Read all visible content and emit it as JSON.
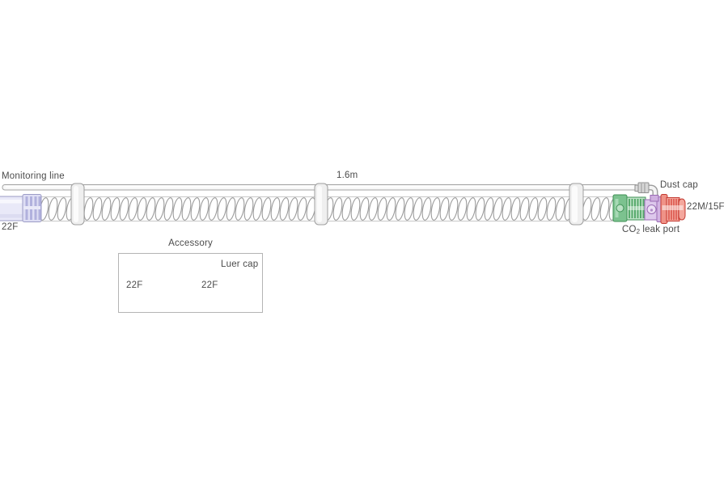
{
  "labels": {
    "monitoring_line": "Monitoring line",
    "tube_length": "1.6m",
    "patient_end_size": "22F",
    "dust_cap": "Dust cap",
    "machine_end_size": "22M/15F",
    "co2_leak_port": {
      "prefix": "CO",
      "sub": "2",
      "suffix": "leak port"
    }
  },
  "accessory": {
    "title": "Accessory",
    "left_size": "22F",
    "right_size": "22F",
    "luer_cap": "Luer cap"
  },
  "colors": {
    "lavender_connector": "#e6e6f7",
    "lavender_outline": "#9c9cc6",
    "green_fill": "#bfe3c8",
    "green_outline": "#3f9055",
    "purple_fill": "#ddc8ec",
    "purple_outline": "#9b6cb5",
    "red_fill": "#f4a79d",
    "red_outline": "#c33a31",
    "tube_coil": "#9b9b9b",
    "clip_fill": "#efefef",
    "text": "#4b4b4b"
  }
}
